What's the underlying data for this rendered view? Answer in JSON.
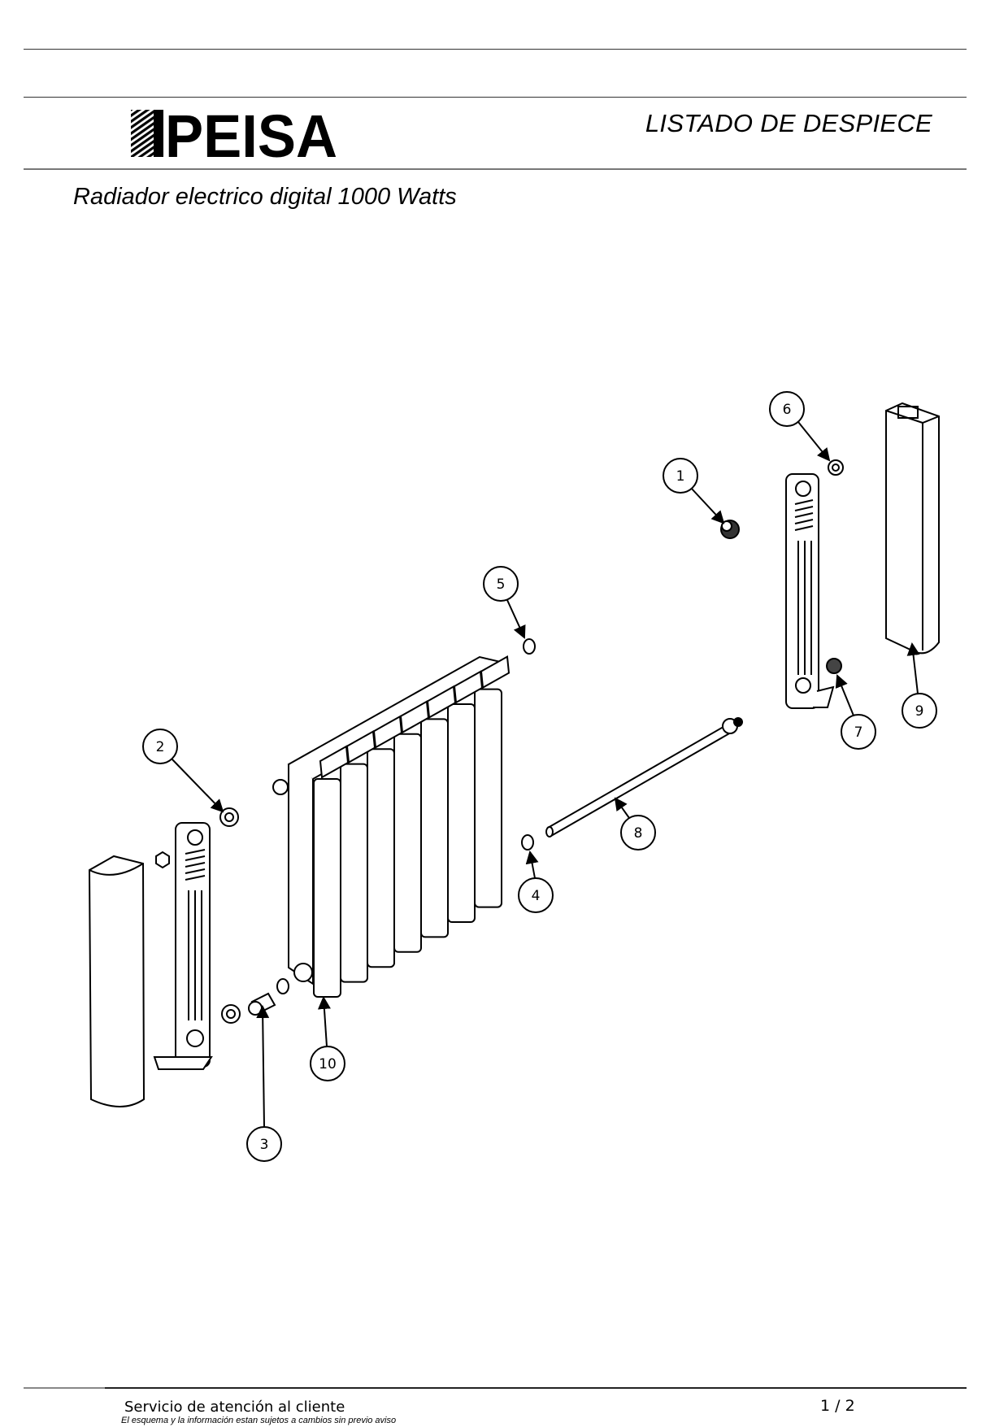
{
  "header": {
    "brand": "PEISA",
    "title": "LISTADO DE DESPIECE"
  },
  "product": {
    "name": "Radiador electrico digital 1000 Watts"
  },
  "diagram": {
    "callouts": [
      "1",
      "2",
      "3",
      "4",
      "5",
      "6",
      "7",
      "8",
      "9",
      "10"
    ]
  },
  "footer": {
    "service": "Servicio de atención al cliente",
    "note": "El esquema y la información estan sujetos a cambios sin previo aviso",
    "page": "1 / 2"
  }
}
